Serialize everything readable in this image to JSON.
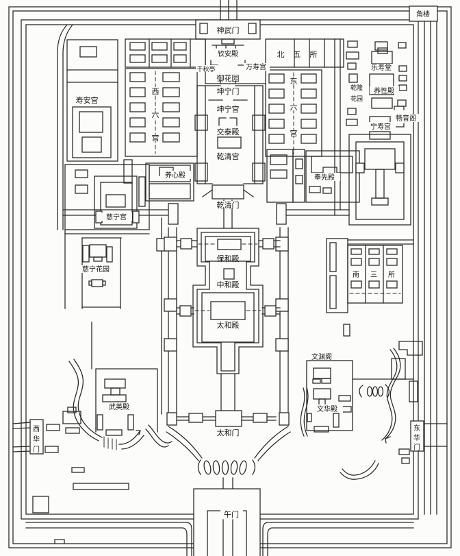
{
  "palette": {
    "ink": "#2a2a2a",
    "paper": "#fcfcfa"
  },
  "labels": {
    "jiaolou": "角楼",
    "shenwumen": "神武门",
    "qinandian": "钦安殿",
    "qianqiuting": "千秋亭",
    "wanshougong": "万寿宫",
    "yuhuayuan": "御花园",
    "beiwusuo": [
      "北",
      "五",
      "所"
    ],
    "leshoutang": "乐寿堂",
    "shouangong": "寿安宫",
    "xiliugong": [
      "西",
      "六",
      "宫"
    ],
    "qianlong_garden": [
      "乾隆",
      "花园"
    ],
    "yangxingdian": "养性殿",
    "kunningmen": "坤宁门",
    "kunninggong": "坤宁宫",
    "dongliugong": [
      "东",
      "六",
      "宫"
    ],
    "jiaotaidian": "交泰殿",
    "ningshougong": "宁寿宫",
    "changyinge": "畅音阁",
    "qianqinggong": "乾清宫",
    "yangxindian": "养心殿",
    "fengxiandian": "奉先殿",
    "qianqingmen": "乾清门",
    "cininggong": "慈宁宫",
    "baohedian": "保和殿",
    "cining_garden": "慈宁花园",
    "nansansuo": [
      "南",
      "三",
      "所"
    ],
    "zhonghedian": "中和殿",
    "taihedian": "太和殿",
    "wenyuange": "文渊阁",
    "wuyingdian": "武英殿",
    "wenhuadian": "文华殿",
    "taihemen": "太和门",
    "xihuamen": [
      "西",
      "华",
      "门"
    ],
    "donghuamen": [
      "东",
      "华",
      "门"
    ],
    "wumen": "午门"
  }
}
